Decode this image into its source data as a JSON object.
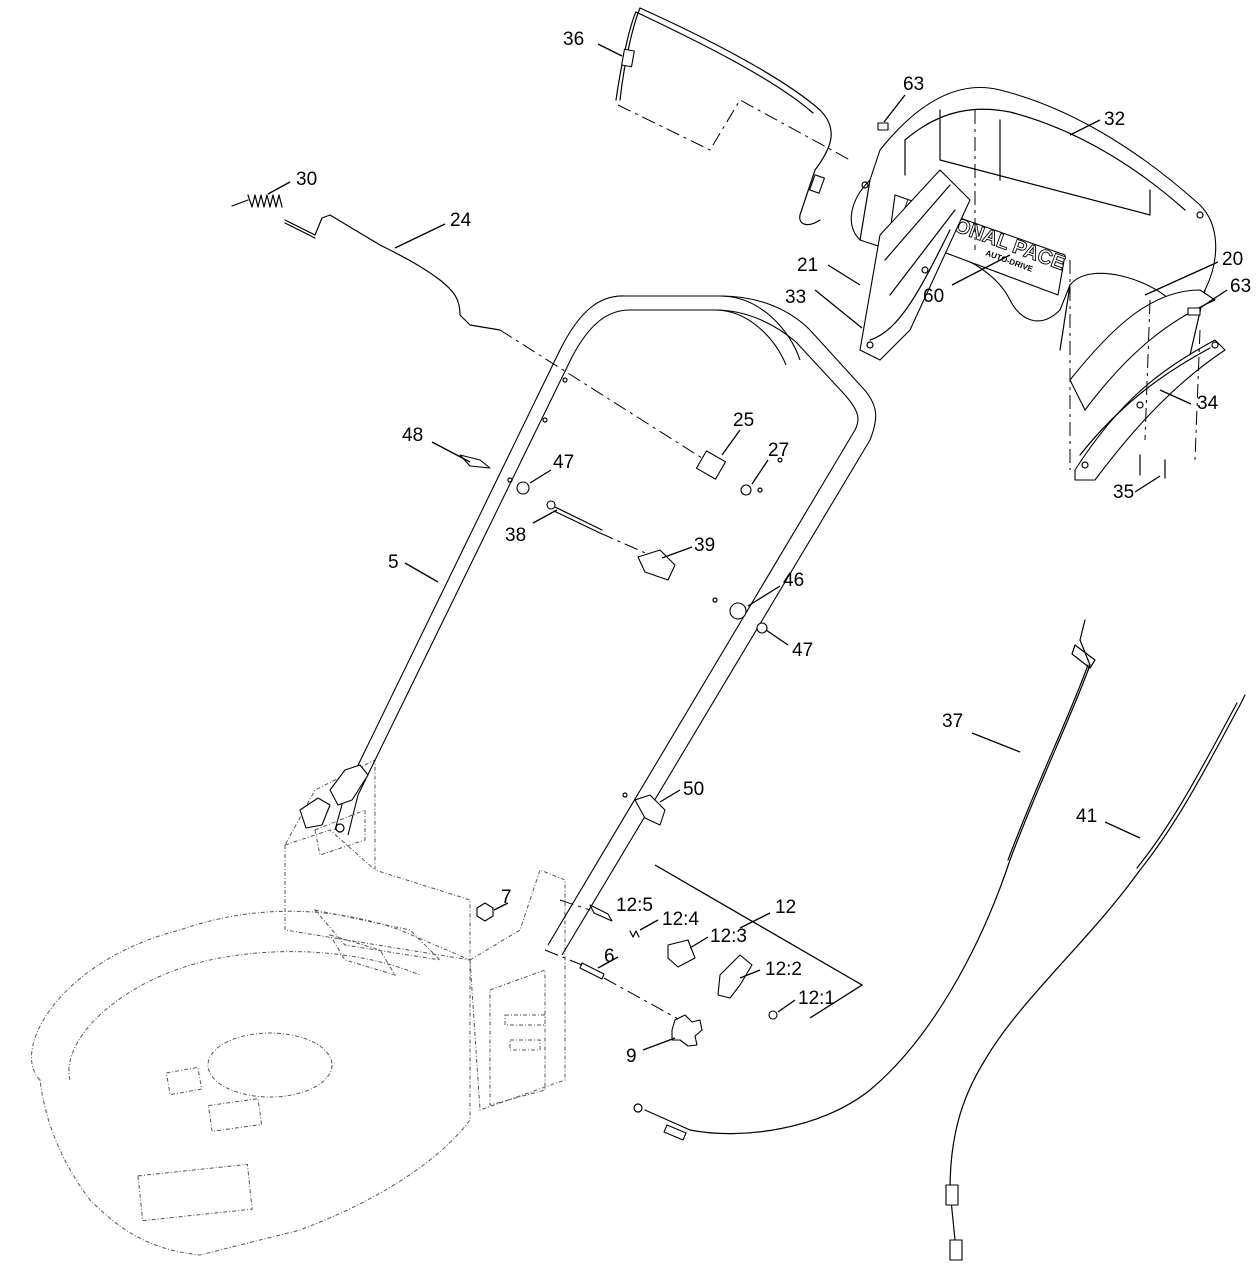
{
  "diagram": {
    "decal_text": "PERSONAL PACE",
    "decal_subtext": "AUTO-DRIVE",
    "callouts": {
      "c36": "36",
      "c63a": "63",
      "c32": "32",
      "c30": "30",
      "c24": "24",
      "c21": "21",
      "c33": "33",
      "c60": "60",
      "c20": "20",
      "c63b": "63",
      "c34": "34",
      "c35": "35",
      "c25": "25",
      "c27": "27",
      "c48": "48",
      "c47a": "47",
      "c38": "38",
      "c39": "39",
      "c5": "5",
      "c46": "46",
      "c47b": "47",
      "c37": "37",
      "c41": "41",
      "c50": "50",
      "c7": "7",
      "c12_5": "12:5",
      "c12": "12",
      "c12_4": "12:4",
      "c12_3": "12:3",
      "c6": "6",
      "c12_2": "12:2",
      "c12_1": "12:1",
      "c9": "9"
    }
  }
}
